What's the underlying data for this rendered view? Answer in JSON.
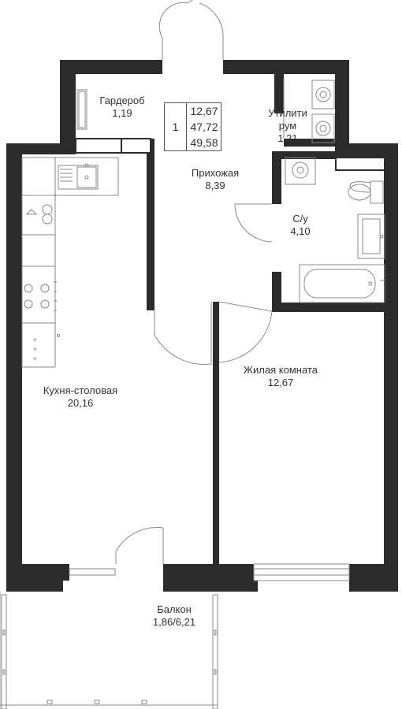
{
  "summary": {
    "rooms": "1",
    "area_living": "12,67",
    "area_total": "47,72",
    "area_with_balcony": "49,58"
  },
  "rooms": {
    "wardrobe": {
      "name": "Гардероб",
      "area": "1,19"
    },
    "utility": {
      "name_line1": "Утилити",
      "name_line2": "рум",
      "area": "1,21"
    },
    "hall": {
      "name": "Прихожая",
      "area": "8,39"
    },
    "bathroom": {
      "name": "С/у",
      "area": "4,10"
    },
    "living": {
      "name": "Жилая комната",
      "area": "12,67"
    },
    "kitchen": {
      "name": "Кухня-столовая",
      "area": "20,16"
    },
    "balcony": {
      "name": "Балкон",
      "area": "1,86/6,21"
    }
  },
  "colors": {
    "wall": "#2b2b2b",
    "line": "#888888",
    "text": "#333333"
  }
}
